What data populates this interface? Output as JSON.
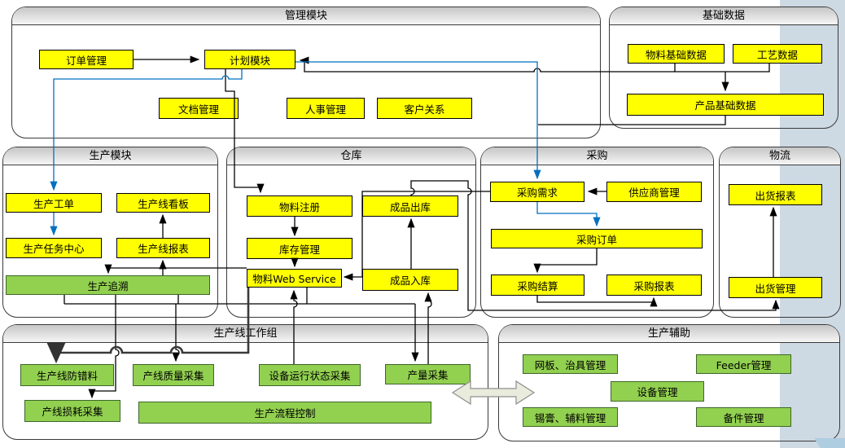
{
  "diagram": {
    "containers": {
      "management": {
        "title": "管理模块"
      },
      "base_data": {
        "title": "基础数据"
      },
      "production": {
        "title": "生产模块"
      },
      "warehouse": {
        "title": "仓库"
      },
      "purchase": {
        "title": "采购"
      },
      "logistics": {
        "title": "物流"
      },
      "line_group": {
        "title": "生产线工作组"
      },
      "aux": {
        "title": "生产辅助"
      }
    },
    "boxes": {
      "order_mgmt": "订单管理",
      "plan_module": "计划模块",
      "doc_mgmt": "文档管理",
      "hr_mgmt": "人事管理",
      "crm": "客户关系",
      "material_base": "物料基础数据",
      "process_data": "工艺数据",
      "product_base": "产品基础数据",
      "work_order": "生产工单",
      "line_kanban": "生产线看板",
      "task_center": "生产任务中心",
      "line_report": "生产线报表",
      "trace": "生产追溯",
      "material_reg": "物料注册",
      "inventory": "库存管理",
      "material_ws": "物料Web Service",
      "finished_out": "成品出库",
      "finished_in": "成品入库",
      "purchase_demand": "采购需求",
      "supplier_mgmt": "供应商管理",
      "purchase_order": "采购订单",
      "purchase_settle": "采购结算",
      "purchase_report": "采购报表",
      "ship_report": "出货报表",
      "ship_mgmt": "出货管理",
      "error_proof": "生产线防错料",
      "quality_collect": "产线质量采集",
      "equip_status": "设备运行状态采集",
      "output_collect": "产量采集",
      "loss_collect": "产线损耗采集",
      "flow_control": "生产流程控制",
      "stencil_mgmt": "网板、治具管理",
      "feeder_mgmt": "Feeder管理",
      "equip_mgmt": "设备管理",
      "solder_mgmt": "锡膏、辅料管理",
      "spare_mgmt": "备件管理"
    },
    "colors": {
      "box_yellow": "#FFFF00",
      "box_green": "#92D050",
      "line_black": "#000000",
      "line_blue": "#0070C0",
      "side_band": "#CDD9E3",
      "corner_strip": "#AFCDE1",
      "double_arrow_fill": "#E9ECDC",
      "header_gradient_top": "#C6C6C6"
    }
  }
}
